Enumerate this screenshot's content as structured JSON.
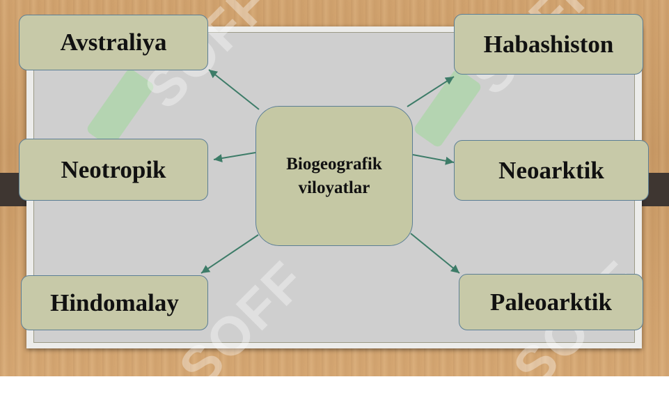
{
  "diagram": {
    "center_label": "Biogeografik\nviloyatlar",
    "regions": {
      "avstraliya": "Avstraliya",
      "habashiston": "Habashiston",
      "neotropik": "Neotropik",
      "neoarktik": "Neoarktik",
      "hindomalay": "Hindomalay",
      "paleoarktik": "Paleoarktik"
    },
    "arrow_color": "#3d7c68"
  },
  "watermark": "SOFF"
}
